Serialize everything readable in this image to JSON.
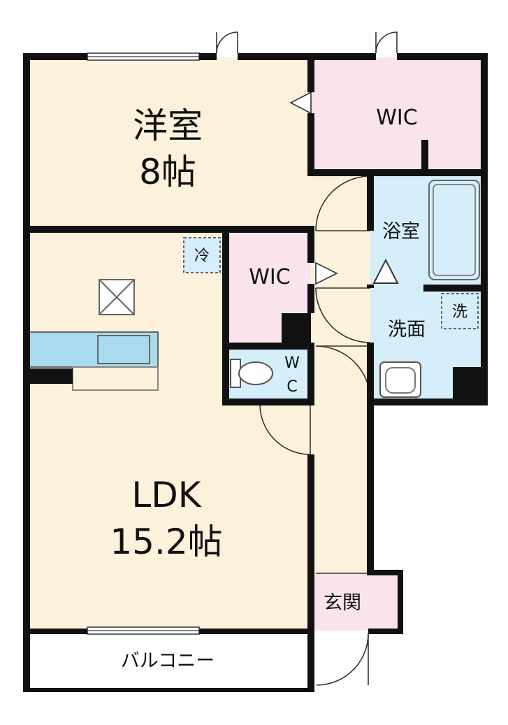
{
  "rooms": {
    "western": {
      "name": "洋室",
      "size": "8帖"
    },
    "wic_top": {
      "name": "WIC"
    },
    "bath": {
      "name": "浴室"
    },
    "wic_mid": {
      "name": "WIC"
    },
    "toilet": {
      "name_top": "W",
      "name_bottom": "C"
    },
    "washroom": {
      "name": "洗面"
    },
    "ldk": {
      "name": "LDK",
      "size": "15.2帖"
    },
    "entrance": {
      "name": "玄関"
    },
    "balcony": {
      "name": "バルコニー"
    }
  },
  "markers": {
    "fridge": "冷",
    "washer": "洗"
  },
  "colors": {
    "wall": "#111111",
    "floor_main": "#fcf2db",
    "floor_wic": "#f9e3ec",
    "floor_wet": "#d5eefa",
    "counter": "#a9dbef"
  }
}
